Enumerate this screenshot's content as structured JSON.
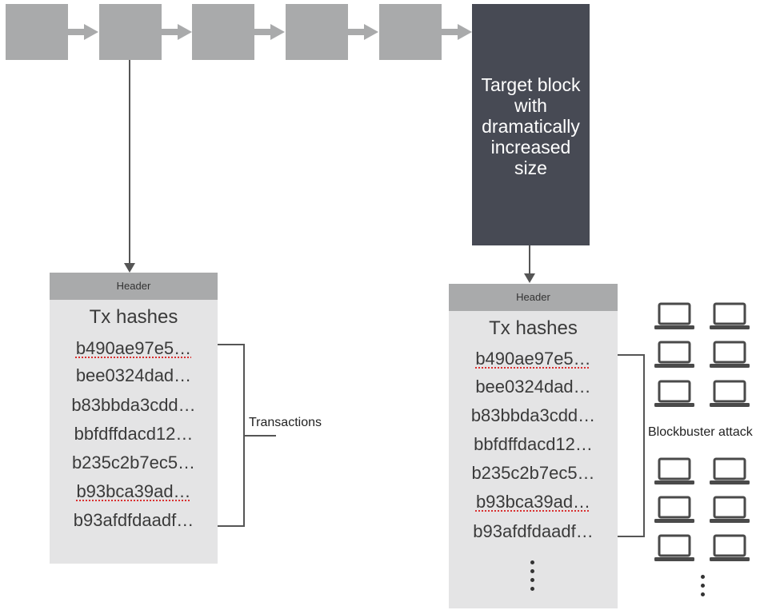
{
  "chain": {
    "target_block_label": "Target block with dramatically increased size"
  },
  "left_block": {
    "header": "Header",
    "title": "Tx hashes",
    "hashes": [
      {
        "text": "b490ae97e5…",
        "flagged": true
      },
      {
        "text": "bee0324dad…",
        "flagged": false
      },
      {
        "text": "b83bbda3cdd…",
        "flagged": false
      },
      {
        "text": "bbfdffdacd12…",
        "flagged": false
      },
      {
        "text": "b235c2b7ec5…",
        "flagged": false
      },
      {
        "text": "b93bca39ad…",
        "flagged": true
      },
      {
        "text": "b93afdfdaadf…",
        "flagged": false
      }
    ],
    "bracket_label": "Transactions"
  },
  "right_block": {
    "header": "Header",
    "title": "Tx hashes",
    "hashes": [
      {
        "text": "b490ae97e5…",
        "flagged": true
      },
      {
        "text": "bee0324dad…",
        "flagged": false
      },
      {
        "text": "b83bbda3cdd…",
        "flagged": false
      },
      {
        "text": "bbfdffdacd12…",
        "flagged": false
      },
      {
        "text": "b235c2b7ec5…",
        "flagged": false
      },
      {
        "text": "b93bca39ad…",
        "flagged": true
      },
      {
        "text": "b93afdfdaadf…",
        "flagged": false
      }
    ],
    "bracket_label": "Blockbuster attack"
  },
  "colors": {
    "chain_block": "#a9aaab",
    "target_block": "#474a54",
    "panel": "#e4e4e5",
    "flag_underline": "#d93030"
  },
  "icons": [
    "chain-arrow-icon",
    "laptop-icon",
    "vertical-ellipsis-icon"
  ]
}
